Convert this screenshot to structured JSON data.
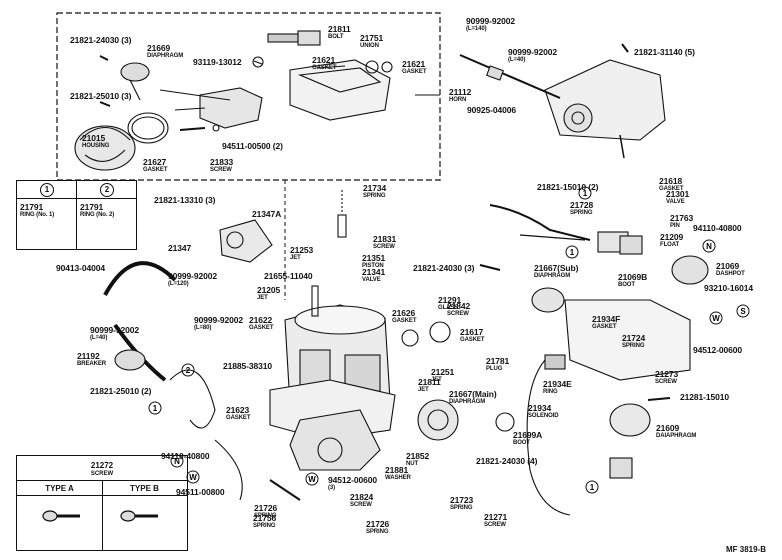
{
  "parts": [
    {
      "id": "p1",
      "number": "21821-24030 (3)",
      "desc": "",
      "pos": "tl"
    },
    {
      "id": "p2",
      "number": "21669",
      "desc": "DIAPHRAGM"
    },
    {
      "id": "p3",
      "number": "21811",
      "desc": "BOLT"
    },
    {
      "id": "p4",
      "number": "21751",
      "desc": "UNION"
    },
    {
      "id": "p5",
      "number": "93119-13012",
      "desc": ""
    },
    {
      "id": "p6",
      "number": "21621",
      "desc": "GASKET"
    },
    {
      "id": "p7",
      "number": "21621",
      "desc": "GASKET"
    },
    {
      "id": "p8",
      "number": "21821-25010 (3)",
      "desc": ""
    },
    {
      "id": "p9",
      "number": "21015",
      "desc": "HOUSING"
    },
    {
      "id": "p10",
      "number": "21627",
      "desc": "GASKET"
    },
    {
      "id": "p11",
      "number": "21833",
      "desc": "SCREW"
    },
    {
      "id": "p12",
      "number": "94511-00500 (2)",
      "desc": ""
    },
    {
      "id": "p13",
      "number": "21112",
      "desc": "HORN"
    },
    {
      "id": "p14",
      "number": "90999-92002",
      "desc": "(L=140)"
    },
    {
      "id": "p15",
      "number": "90999-92002",
      "desc": "(L=40)"
    },
    {
      "id": "p16",
      "number": "90925-04006",
      "desc": ""
    },
    {
      "id": "p17",
      "number": "21821-31140 (5)",
      "desc": ""
    },
    {
      "id": "p18",
      "number": "21734",
      "desc": "SPRING"
    },
    {
      "id": "p19",
      "number": "21821-13310 (3)",
      "desc": ""
    },
    {
      "id": "p20",
      "number": "21347A",
      "desc": ""
    },
    {
      "id": "p21",
      "number": "21347",
      "desc": ""
    },
    {
      "id": "p22",
      "number": "21831",
      "desc": "SCREW"
    },
    {
      "id": "p23",
      "number": "21253",
      "desc": "JET"
    },
    {
      "id": "p24",
      "number": "21351",
      "desc": "PISTON"
    },
    {
      "id": "p25",
      "number": "21341",
      "desc": "VALVE"
    },
    {
      "id": "p26",
      "number": "90413-04004",
      "desc": ""
    },
    {
      "id": "p27",
      "number": "90999-92002",
      "desc": "(L=120)"
    },
    {
      "id": "p28",
      "number": "21655-11040",
      "desc": ""
    },
    {
      "id": "p29",
      "number": "21205",
      "desc": "JET"
    },
    {
      "id": "p30",
      "number": "90999-92002",
      "desc": "(L=80)"
    },
    {
      "id": "p31",
      "number": "21622",
      "desc": "GASKET"
    },
    {
      "id": "p32",
      "number": "90999-92002",
      "desc": "(L=40)"
    },
    {
      "id": "p33",
      "number": "21192",
      "desc": "BREAKER"
    },
    {
      "id": "p34",
      "number": "21821-25010 (2)",
      "desc": ""
    },
    {
      "id": "p35",
      "number": "21885-38310",
      "desc": ""
    },
    {
      "id": "p36",
      "number": "21623",
      "desc": "GASKET"
    },
    {
      "id": "p37",
      "number": "94110-40800",
      "desc": ""
    },
    {
      "id": "p38",
      "number": "94511-00800",
      "desc": ""
    },
    {
      "id": "p39",
      "number": "21756",
      "desc": "SPRING"
    },
    {
      "id": "p40",
      "number": "21726",
      "desc": "SPRING"
    },
    {
      "id": "p41",
      "number": "21824",
      "desc": "SCREW"
    },
    {
      "id": "p42",
      "number": "21726",
      "desc": "SPRING"
    },
    {
      "id": "p43",
      "number": "94512-00600",
      "desc": "(3)"
    },
    {
      "id": "p44",
      "number": "21881",
      "desc": "WASHER"
    },
    {
      "id": "p45",
      "number": "21852",
      "desc": "NUT"
    },
    {
      "id": "p46",
      "number": "21821-15010 (2)",
      "desc": ""
    },
    {
      "id": "p47",
      "number": "21728",
      "desc": "SPRING"
    },
    {
      "id": "p48",
      "number": "21618",
      "desc": "GASKET"
    },
    {
      "id": "p49",
      "number": "21301",
      "desc": "VALVE"
    },
    {
      "id": "p50",
      "number": "21763",
      "desc": "PIN"
    },
    {
      "id": "p51",
      "number": "94110-40800",
      "desc": ""
    },
    {
      "id": "p52",
      "number": "21209",
      "desc": "FLOAT"
    },
    {
      "id": "p53",
      "number": "21821-24030 (3)",
      "desc": ""
    },
    {
      "id": "p54",
      "number": "21667(Sub)",
      "desc": "DIAPHRAGM"
    },
    {
      "id": "p55",
      "number": "21069",
      "desc": "DASHPOT"
    },
    {
      "id": "p56",
      "number": "21069B",
      "desc": "BOOT"
    },
    {
      "id": "p57",
      "number": "93210-16014",
      "desc": ""
    },
    {
      "id": "p58",
      "number": "21291",
      "desc": "GLASS"
    },
    {
      "id": "p59",
      "number": "21842",
      "desc": "SCREW"
    },
    {
      "id": "p60",
      "number": "21626",
      "desc": "GASKET"
    },
    {
      "id": "p61",
      "number": "21617",
      "desc": "GASKET"
    },
    {
      "id": "p62",
      "number": "21934F",
      "desc": "GASKET"
    },
    {
      "id": "p63",
      "number": "21724",
      "desc": "SPRING"
    },
    {
      "id": "p64",
      "number": "94512-00600",
      "desc": ""
    },
    {
      "id": "p65",
      "number": "21781",
      "desc": "PLUG"
    },
    {
      "id": "p66",
      "number": "21251",
      "desc": "JET"
    },
    {
      "id": "p67",
      "number": "21811",
      "desc": "JET"
    },
    {
      "id": "p68",
      "number": "21934E",
      "desc": "RING"
    },
    {
      "id": "p69",
      "number": "21273",
      "desc": "SCREW"
    },
    {
      "id": "p70",
      "number": "21667(Main)",
      "desc": "DIAPHRAGM"
    },
    {
      "id": "p71",
      "number": "21934",
      "desc": "SOLENOID"
    },
    {
      "id": "p72",
      "number": "21281-15010",
      "desc": ""
    },
    {
      "id": "p73",
      "number": "21699A",
      "desc": "BOOT"
    },
    {
      "id": "p74",
      "number": "21609",
      "desc": "DAIAPHRAGM"
    },
    {
      "id": "p75",
      "number": "21821-24030 (4)",
      "desc": ""
    },
    {
      "id": "p76",
      "number": "21723",
      "desc": "SPRING"
    },
    {
      "id": "p77",
      "number": "21271",
      "desc": "SCREW"
    }
  ],
  "rings_legend": [
    {
      "marker": "1",
      "number": "21791",
      "desc": "RING (No. 1)"
    },
    {
      "marker": "2",
      "number": "21791",
      "desc": "RING (No. 2)"
    }
  ],
  "screw_table": {
    "number": "21272",
    "desc": "SCREW",
    "col_a": "TYPE A",
    "col_b": "TYPE B"
  },
  "footer_code": "MF 3819-B"
}
